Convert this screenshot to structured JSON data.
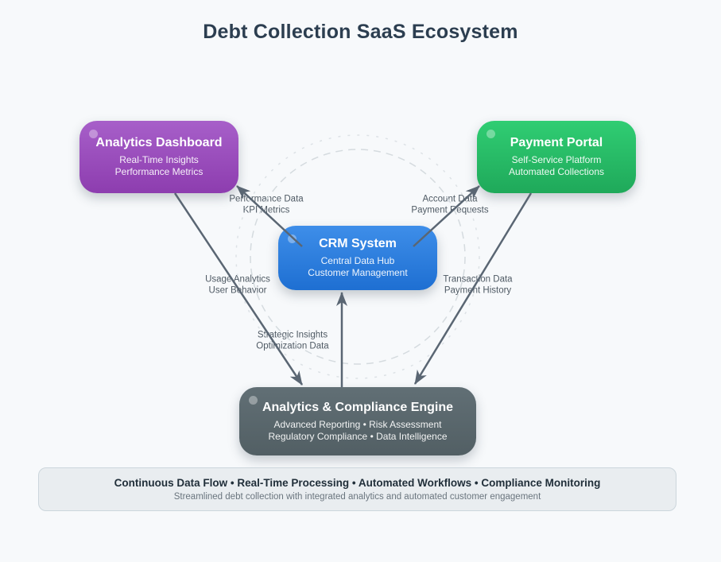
{
  "title": "Debt Collection SaaS Ecosystem",
  "nodes": {
    "analytics_dashboard": {
      "title": "Analytics Dashboard",
      "sub1": "Real-Time Insights",
      "sub2": "Performance Metrics",
      "color": "#9b51bb"
    },
    "payment_portal": {
      "title": "Payment Portal",
      "sub1": "Self-Service Platform",
      "sub2": "Automated Collections",
      "color": "#27bd66"
    },
    "crm_system": {
      "title": "CRM System",
      "sub1": "Central Data Hub",
      "sub2": "Customer Management",
      "color": "#2f80e4"
    },
    "compliance_engine": {
      "title": "Analytics & Compliance Engine",
      "sub1": "Advanced Reporting • Risk Assessment",
      "sub2": "Regulatory Compliance • Data Intelligence",
      "color": "#5d6a6e"
    }
  },
  "edges": {
    "crm_to_dashboard": {
      "line1": "Performance Data",
      "line2": "KPI Metrics"
    },
    "crm_to_portal": {
      "line1": "Account Data",
      "line2": "Payment Requests"
    },
    "dashboard_to_engine": {
      "line1": "Usage Analytics",
      "line2": "User Behavior"
    },
    "portal_to_engine": {
      "line1": "Transaction Data",
      "line2": "Payment History"
    },
    "engine_to_crm": {
      "line1": "Strategic Insights",
      "line2": "Optimization Data"
    }
  },
  "footer": {
    "title": "Continuous Data Flow • Real-Time Processing • Automated Workflows • Compliance Monitoring",
    "subtitle": "Streamlined debt collection with integrated analytics and automated customer engagement"
  },
  "colors": {
    "background": "#f7f9fb",
    "title_text": "#2c3e50",
    "arrow": "#5a6673",
    "edge_label_text": "#4f5a64",
    "dashed_ring": "#d6dbdf",
    "footer_bg": "#e9edf0",
    "footer_border": "#ccd6dc"
  }
}
